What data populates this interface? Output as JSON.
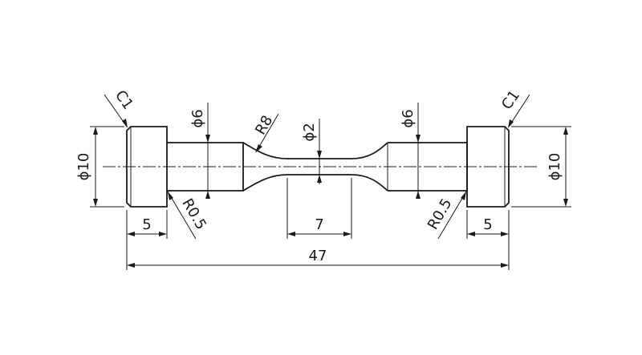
{
  "dimensions": {
    "overall_length": "47",
    "left_head_length": "5",
    "right_head_length": "5",
    "gauge_length": "7",
    "left_head_diameter": "ϕ10",
    "right_head_diameter": "ϕ10",
    "left_shoulder_diameter": "ϕ6",
    "right_shoulder_diameter": "ϕ6",
    "gauge_diameter": "ϕ2",
    "neck_radius": "R8",
    "left_fillet_radius": "R0.5",
    "right_fillet_radius": "R0.5",
    "left_chamfer": "C1",
    "right_chamfer": "C1"
  }
}
